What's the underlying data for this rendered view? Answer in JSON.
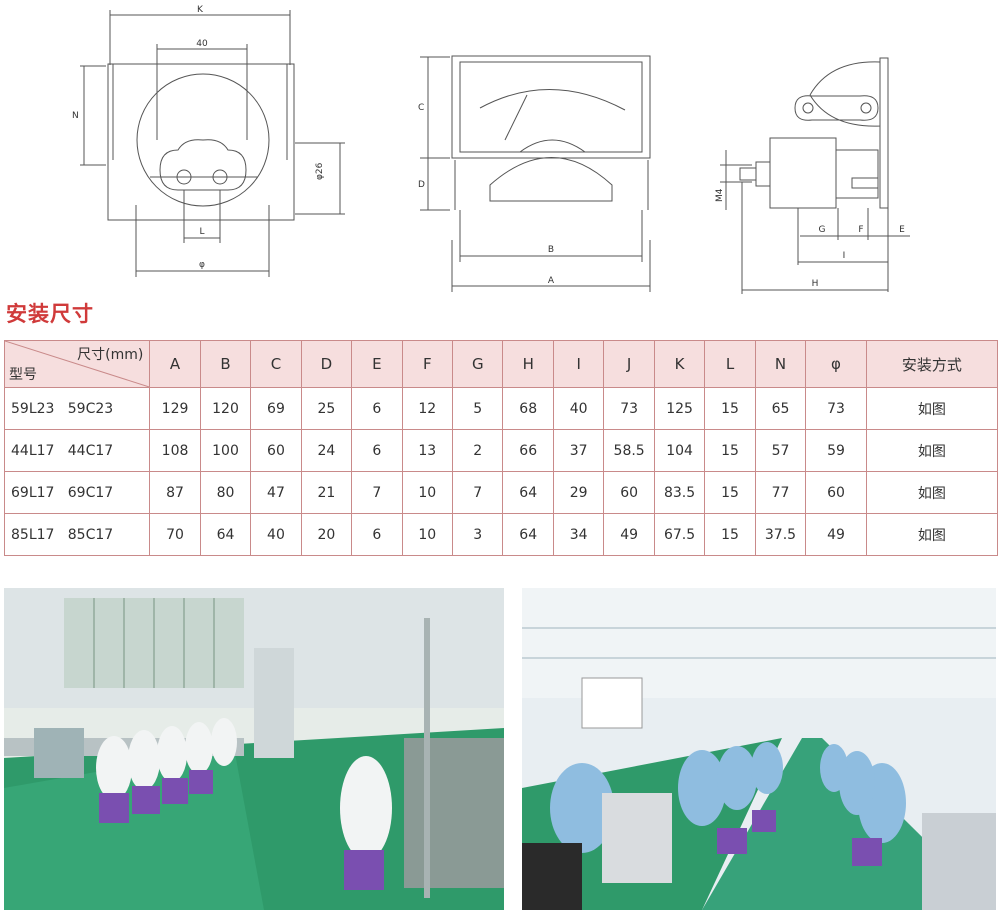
{
  "drawing": {
    "labels": {
      "K": "K",
      "dim40": "40",
      "N": "N",
      "phi26": "φ26",
      "L": "L",
      "phi": "φ",
      "C": "C",
      "D": "D",
      "B": "B",
      "A": "A",
      "M4": "M4",
      "G": "G",
      "F": "F",
      "E": "E",
      "I": "I",
      "H": "H"
    }
  },
  "section_title": "安装尺寸",
  "table": {
    "corner_top": "尺寸(mm)",
    "corner_bottom": "型号",
    "headers": [
      "A",
      "B",
      "C",
      "D",
      "E",
      "F",
      "G",
      "H",
      "I",
      "J",
      "K",
      "L",
      "N",
      "φ",
      "安装方式"
    ],
    "rows": [
      {
        "model": "59L23   59C23",
        "values": [
          "129",
          "120",
          "69",
          "25",
          "6",
          "12",
          "5",
          "68",
          "40",
          "73",
          "125",
          "15",
          "65",
          "73",
          "如图"
        ]
      },
      {
        "model": "44L17   44C17",
        "values": [
          "108",
          "100",
          "60",
          "24",
          "6",
          "13",
          "2",
          "66",
          "37",
          "58.5",
          "104",
          "15",
          "57",
          "59",
          "如图"
        ]
      },
      {
        "model": "69L17   69C17",
        "values": [
          "87",
          "80",
          "47",
          "21",
          "7",
          "10",
          "7",
          "64",
          "29",
          "60",
          "83.5",
          "15",
          "77",
          "60",
          "如图"
        ]
      },
      {
        "model": "85L17   85C17",
        "values": [
          "70",
          "64",
          "40",
          "20",
          "6",
          "10",
          "3",
          "64",
          "34",
          "49",
          "67.5",
          "15",
          "37.5",
          "49",
          "如图"
        ]
      }
    ]
  },
  "colors": {
    "title": "#d03a3a",
    "table_border": "#c98a8a",
    "header_bg": "#f6dede",
    "floor_green": "#2f9a6a"
  }
}
